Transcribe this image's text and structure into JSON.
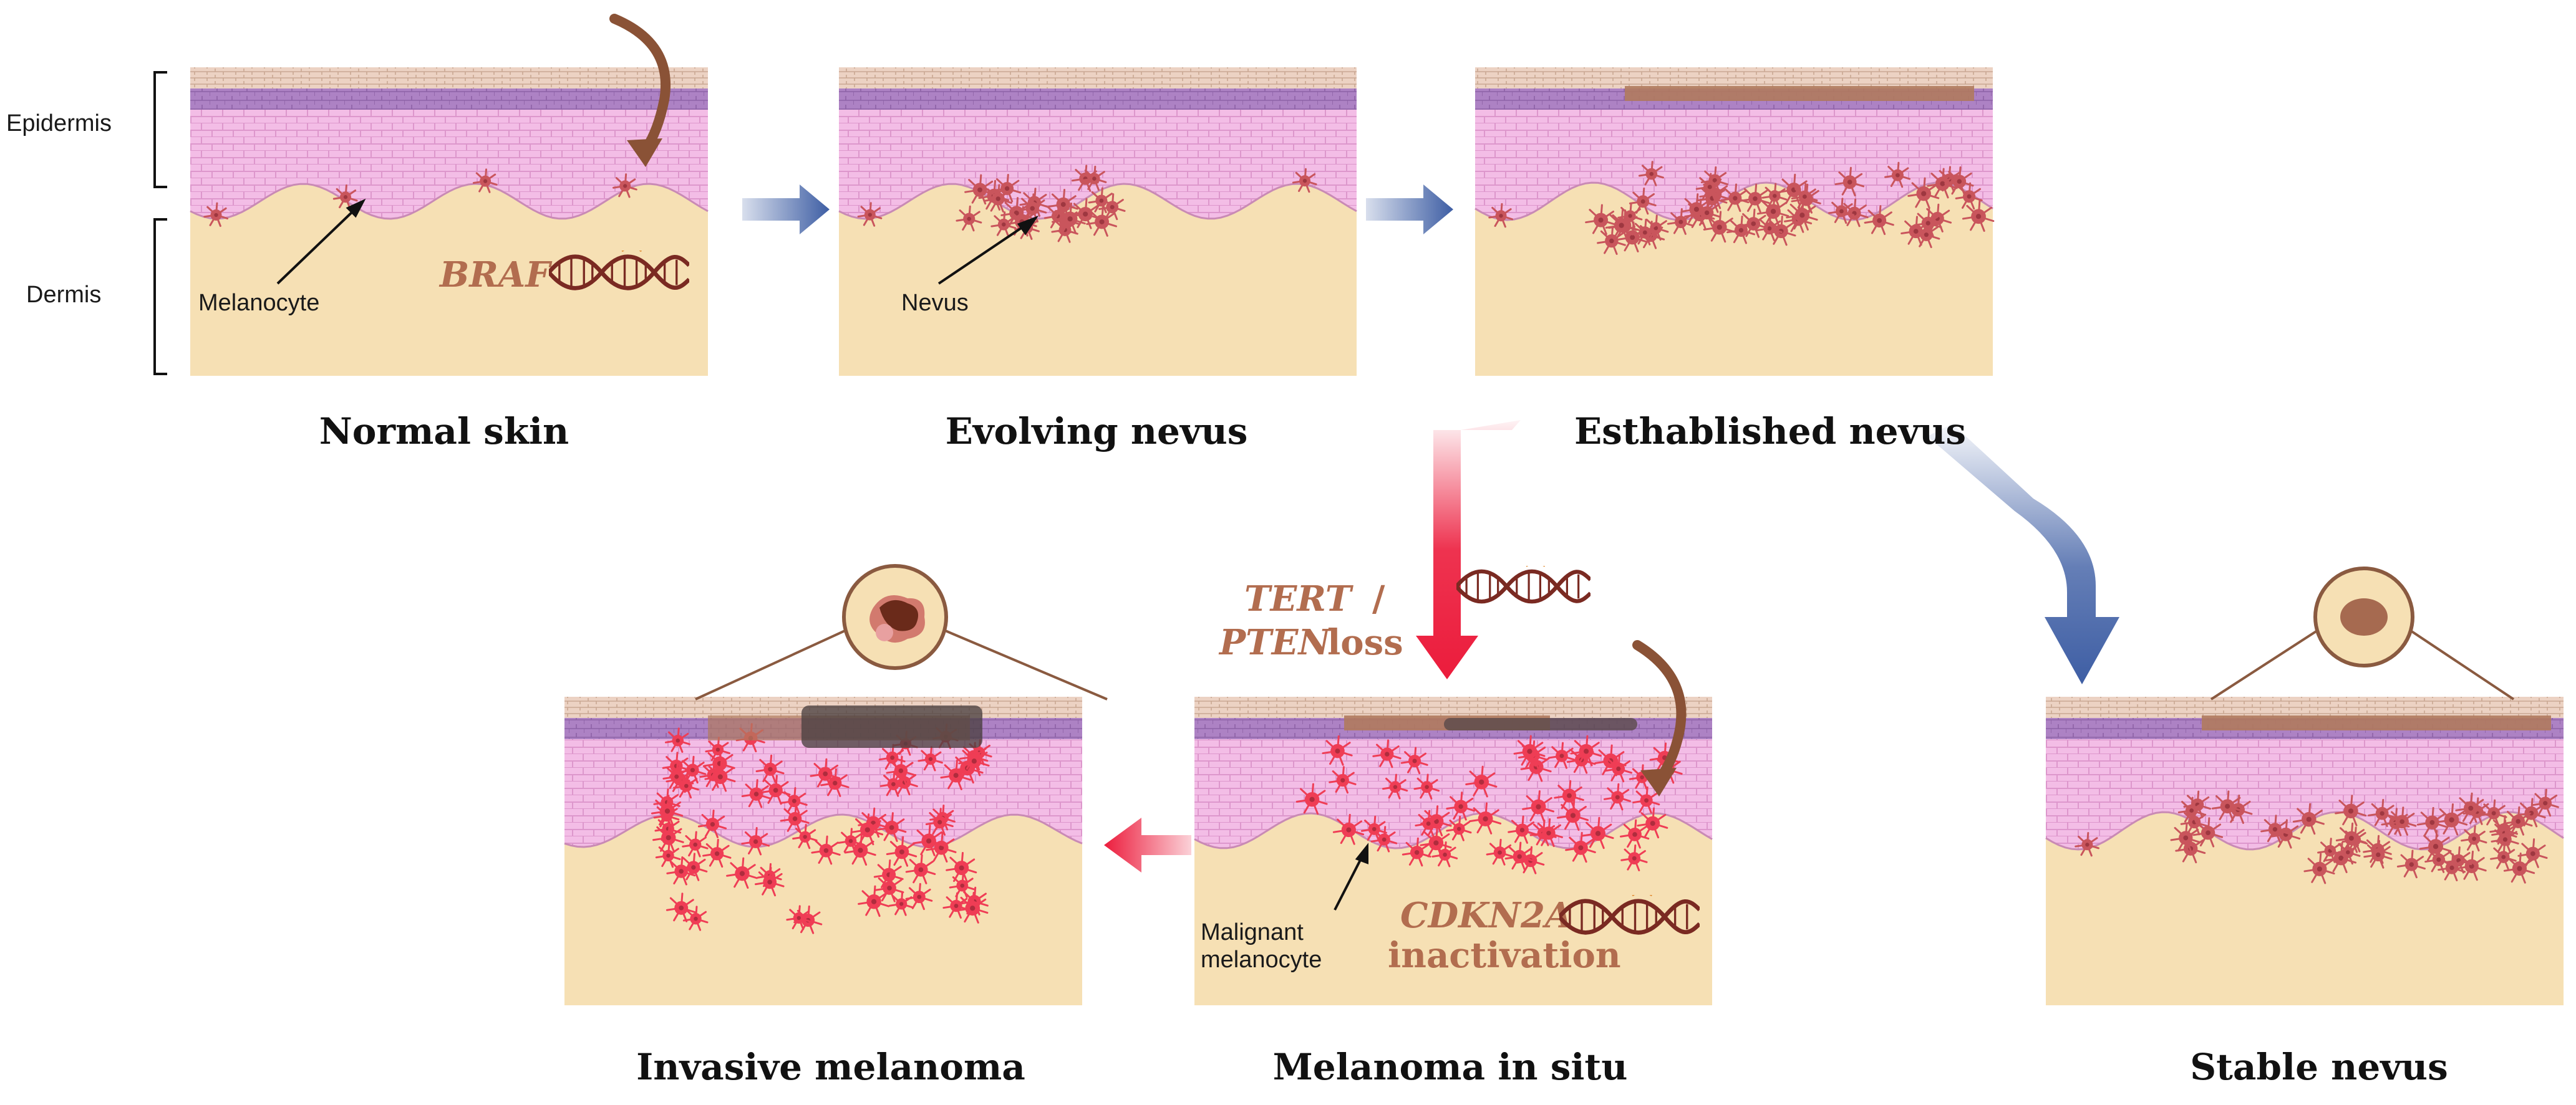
{
  "layers": {
    "epidermis": "Epidermis",
    "dermis": "Dermis"
  },
  "stages": {
    "normal": "Normal skin",
    "evolving": "Evolving nevus",
    "established": "Esthablished nevus",
    "stable": "Stable nevus",
    "insitu": "Melanoma in situ",
    "invasive": "Invasive melanoma"
  },
  "annotations": {
    "melanocyte": "Melanocyte",
    "nevus": "Nevus",
    "malignant_line1": "Malignant",
    "malignant_line2": "melanocyte"
  },
  "genes": {
    "braf": "BRAF",
    "tert": "TERT",
    "slash": "/",
    "pten": "PTEN",
    "loss": "loss",
    "cdkn2a": "CDKN2A",
    "inactivation": "inactivation"
  },
  "colors": {
    "stratum_corneum": "#e8c9b8",
    "basal_band": "#a97cbf",
    "epidermis": "#f3bde6",
    "dermis": "#f6e0b4",
    "benign_cell": "#c9555c",
    "malignant_cell": "#ef3d55",
    "gene_text": "#b26d4f",
    "blue_arrow": "#3e5ea4",
    "red_arrow": "#ec1c3c",
    "brown_arrow": "#8a5236",
    "dna": "#7a2a22"
  },
  "icons": [
    "dna-helix-icon",
    "curved-arrow-icon",
    "magnifier-lesion-icon"
  ]
}
